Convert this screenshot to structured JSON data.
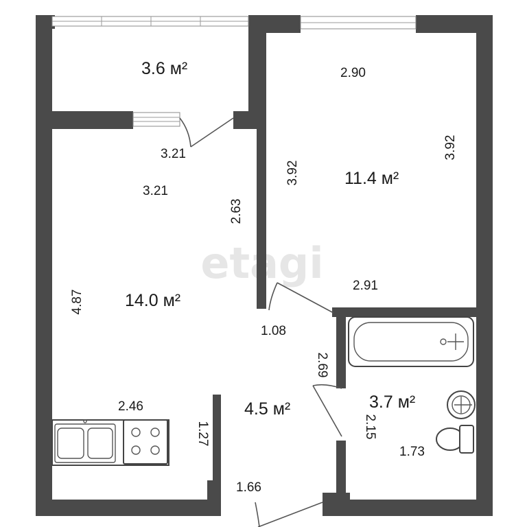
{
  "watermark": "etagi",
  "rooms": {
    "balcony": {
      "area": "3.6 м²",
      "width": "3.21"
    },
    "bedroom": {
      "area": "11.4 м²",
      "top": "2.90",
      "left": "3.92",
      "right": "3.92",
      "bottom": "2.91"
    },
    "kitchen_living": {
      "area": "14.0 м²",
      "top": "3.21",
      "height": "4.87",
      "inner": "2.63",
      "bottom": "2.46",
      "niche": "1.27"
    },
    "hall": {
      "area": "4.5 м²",
      "doorway": "1.08",
      "side": "2.69",
      "entry": "1.66"
    },
    "bathroom": {
      "area": "3.7 м²",
      "side": "2.15",
      "bottom": "1.73"
    }
  }
}
